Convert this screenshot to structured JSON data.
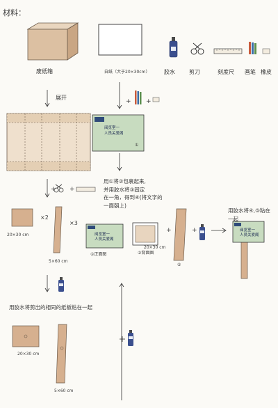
{
  "heading": "材料：",
  "materials": {
    "box": "废纸箱",
    "paper": "白纸（大于20×30cm）",
    "glue": "胶水",
    "scissors": "剪刀",
    "ruler": "刻度尺",
    "pencil": "画笔",
    "eraser": "橡皮"
  },
  "unfold_label": "展开",
  "sign_text": {
    "line1": "阅览室一",
    "line2": "人员关爱阁"
  },
  "note_wrap": [
    "用①将②包裹起来,",
    "并用胶水将③固定",
    "在一角，得到④(将文字的",
    "一面朝上)"
  ],
  "glue_pieces_note": "用胶水将剪出的相同的纸板粘在一起",
  "final_note": [
    "用胶水将④,⑤粘在",
    "一起"
  ],
  "dims": {
    "board": "20×30 cm",
    "stick": "5×60 cm",
    "board2": "20×30 cm",
    "stick2": "5×60 cm",
    "frame": "20×30 cm"
  },
  "multipliers": {
    "board": "×2",
    "stick": "×3"
  },
  "markers": {
    "m1": "①",
    "m2": "②",
    "m3": "③",
    "m4": "④",
    "m5": "⑤"
  },
  "captions": {
    "front": "①正面图",
    "back": "②背面图"
  },
  "symbols": {
    "plus": "+",
    "arrow_down": "↓",
    "arrow_right": "→"
  }
}
